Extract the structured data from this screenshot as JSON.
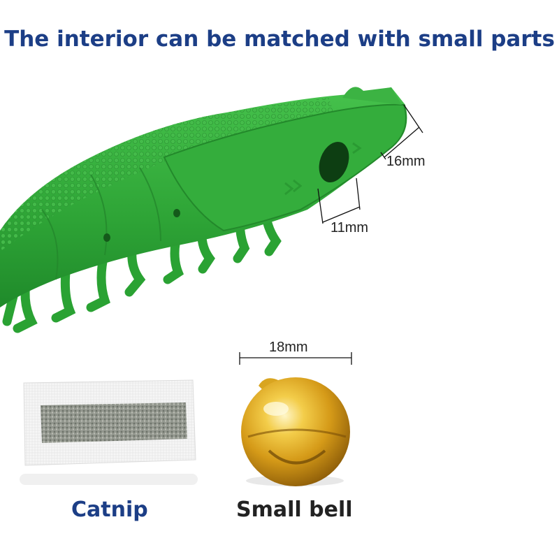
{
  "title": "The interior can be matched with small parts",
  "toy": {
    "color": "#2fa63a",
    "dim_width": "16mm",
    "dim_height": "11mm"
  },
  "bell": {
    "dim_label": "18mm",
    "color": "#e0b020"
  },
  "captions": {
    "catnip": "Catnip",
    "bell": "Small bell"
  },
  "colors": {
    "title": "#1c3e86",
    "caption_catnip": "#1c3e86",
    "caption_bell": "#222222"
  }
}
